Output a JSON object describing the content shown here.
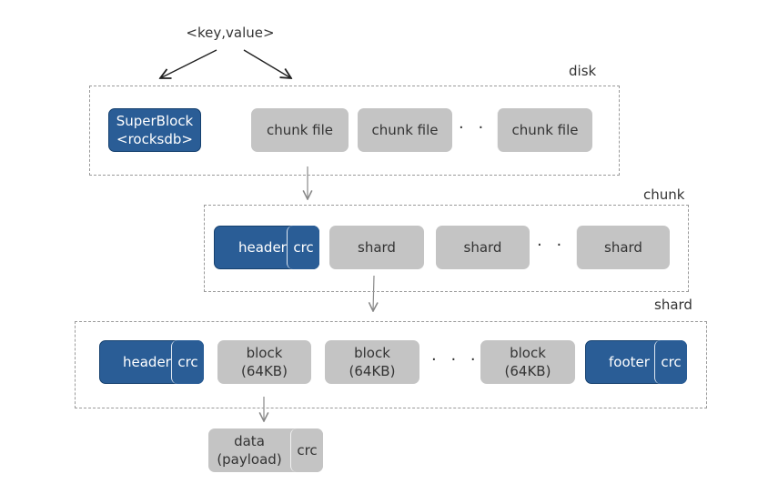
{
  "diagram": {
    "top_label": "<key,value>",
    "disk": {
      "label": "disk",
      "superblock": [
        "SuperBlock",
        "<rocksdb>"
      ],
      "items": [
        "chunk file",
        "chunk file",
        "chunk file"
      ],
      "ellipsis": "· · ·"
    },
    "chunk": {
      "label": "chunk",
      "header": "header",
      "crc": "crc",
      "items": [
        "shard",
        "shard",
        "shard"
      ],
      "ellipsis": "· · ·"
    },
    "shard": {
      "label": "shard",
      "header": "header",
      "header_crc": "crc",
      "blocks": [
        [
          "block",
          "(64KB)"
        ],
        [
          "block",
          "(64KB)"
        ],
        [
          "block",
          "(64KB)"
        ]
      ],
      "ellipsis": "· · ·",
      "footer": "footer",
      "footer_crc": "crc"
    },
    "data": {
      "lines": [
        "data",
        "(payload)"
      ],
      "crc": "crc"
    },
    "colors": {
      "blue": "#2a5d96",
      "gray": "#c4c4c4",
      "border": "#9a9a9a"
    }
  }
}
